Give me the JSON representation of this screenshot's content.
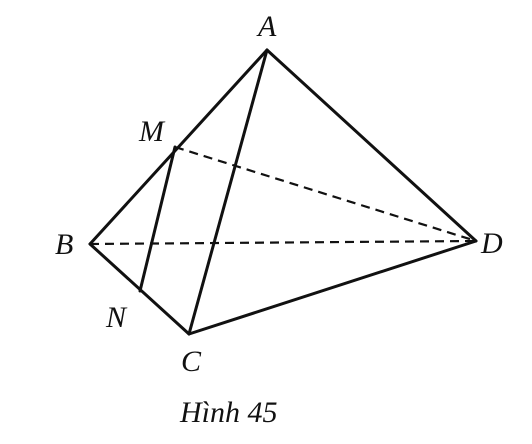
{
  "figure": {
    "caption": "Hình 45",
    "vertices": {
      "A": "A",
      "B": "B",
      "C": "C",
      "D": "D",
      "M": "M",
      "N": "N"
    },
    "solid_edges": [
      "AB",
      "AC",
      "AD",
      "BC",
      "CD",
      "MN"
    ],
    "dashed_edges": [
      "BD",
      "MD"
    ]
  }
}
